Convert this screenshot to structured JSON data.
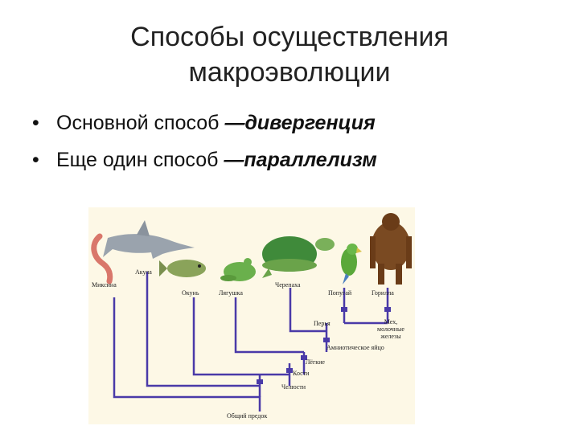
{
  "slide": {
    "title_line1": "Способы осуществления",
    "title_line2": "макроэволюции",
    "bullets": [
      {
        "marker": "•",
        "text": "Основной способ ",
        "emphasis": "—дивергенция"
      },
      {
        "marker": "•",
        "text": "Еще один способ ",
        "emphasis": "—параллелизм"
      }
    ]
  },
  "tree": {
    "taxa": [
      "Миксина",
      "Акула",
      "Окунь",
      "Лягушка",
      "Черепаха",
      "Попугай",
      "Горилла"
    ],
    "traits": [
      "Перья",
      "Мех, молочные железы",
      "Амниотическое яйцо",
      "Лёгкие",
      "Кости",
      "Челюсти",
      "Общий предок"
    ],
    "colors": {
      "branch": "#4a3aa8",
      "background": "#fdf8e6"
    }
  }
}
